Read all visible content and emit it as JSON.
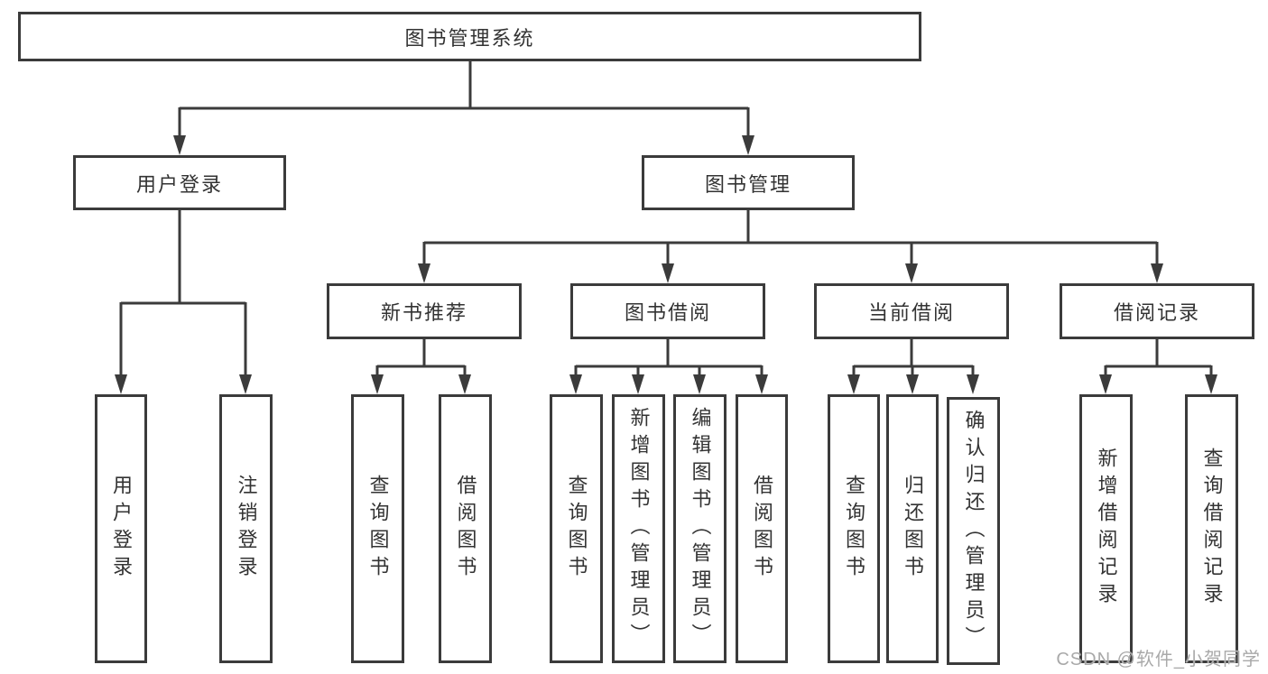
{
  "diagram_type": "hierarchy-tree",
  "colors": {
    "line": "#3b3b3b",
    "box_border": "#3b3b3b",
    "box_background": "#ffffff",
    "text": "#333333",
    "watermark": "#a9a9a9"
  },
  "tree": {
    "label": "图书管理系统",
    "children": [
      {
        "label": "用户登录",
        "children": [
          {
            "label": "用户登录"
          },
          {
            "label": "注销登录"
          }
        ]
      },
      {
        "label": "图书管理",
        "children": [
          {
            "label": "新书推荐",
            "children": [
              {
                "label": "查询图书"
              },
              {
                "label": "借阅图书"
              }
            ]
          },
          {
            "label": "图书借阅",
            "children": [
              {
                "label": "查询图书"
              },
              {
                "label": "新增图书（管理员）"
              },
              {
                "label": "编辑图书（管理员）"
              },
              {
                "label": "借阅图书"
              }
            ]
          },
          {
            "label": "当前借阅",
            "children": [
              {
                "label": "查询图书"
              },
              {
                "label": "归还图书"
              },
              {
                "label": "确认归还（管理员）"
              }
            ]
          },
          {
            "label": "借阅记录",
            "children": [
              {
                "label": "新增借阅记录"
              },
              {
                "label": "查询借阅记录"
              }
            ]
          }
        ]
      }
    ]
  },
  "watermark": "CSDN @软件_小贺同学"
}
